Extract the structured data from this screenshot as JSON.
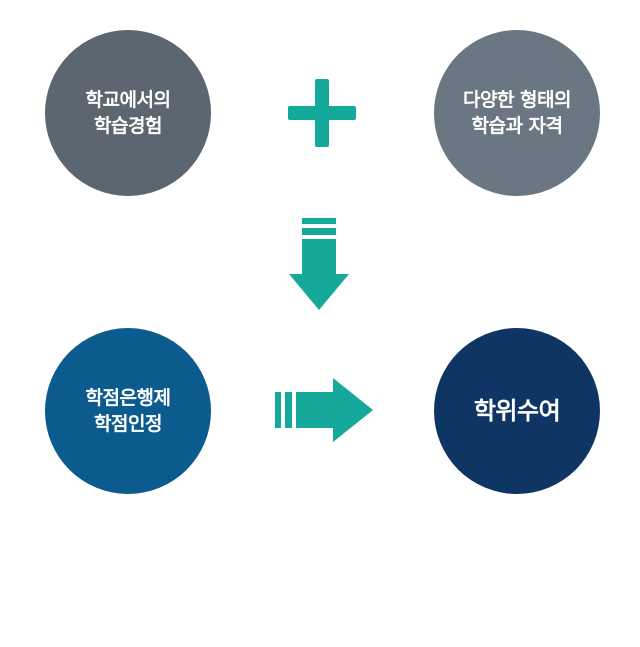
{
  "colors": {
    "accent": "#14a99a",
    "circle_school": "#5b6671",
    "circle_diverse": "#6a7782",
    "circle_credit": "#0b5b8f",
    "circle_degree": "#0e3564"
  },
  "nodes": {
    "school_learning": {
      "lines": [
        "학교에서의",
        "학습경험"
      ]
    },
    "diverse_learning": {
      "lines": [
        "다양한 형태의",
        "학습과 자격"
      ]
    },
    "credit_recognition": {
      "lines": [
        "학점은행제",
        "학점인정"
      ]
    },
    "degree": {
      "lines": [
        "학위수여"
      ]
    }
  },
  "icons": {
    "plus": "plus-icon",
    "down": "arrow-down-icon",
    "right": "arrow-right-icon"
  }
}
